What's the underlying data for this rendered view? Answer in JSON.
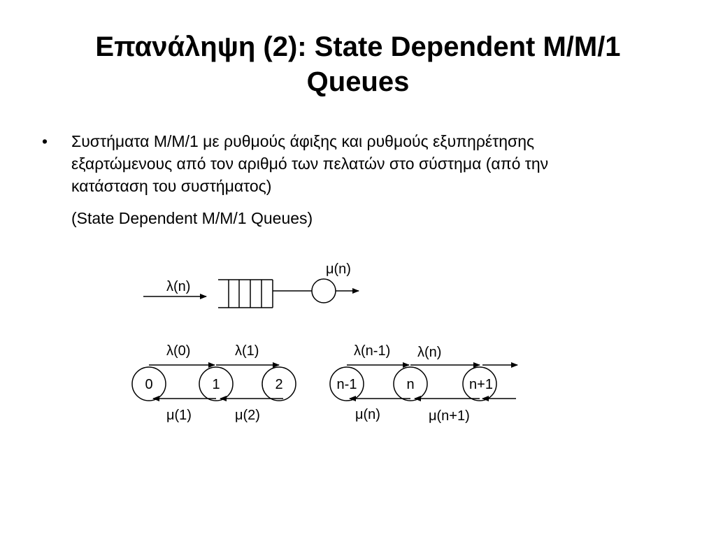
{
  "slide": {
    "title_lines": [
      "Επανάληψη (2): State Dependent M/M/1",
      "Queues"
    ],
    "bullet": {
      "marker": "•",
      "lines": [
        "Συστήματα M/M/1 με ρυθμούς άφιξης και ρυθμούς εξυπηρέτησης",
        "εξαρτώμενους από τον αριθμό των πελατών στο σύστημα (από την",
        "κατάσταση του συστήματος)"
      ]
    },
    "sub_line": "(State Dependent M/M/1 Queues)"
  },
  "diagram": {
    "queue": {
      "arrival_label": "λ(n)",
      "service_label": "μ(n)"
    },
    "chain_left": {
      "states": [
        "0",
        "1",
        "2"
      ],
      "forward_labels": [
        "λ(0)",
        "λ(1)"
      ],
      "backward_labels": [
        "μ(1)",
        "μ(2)"
      ]
    },
    "chain_right": {
      "states": [
        "n-1",
        "n",
        "n+1"
      ],
      "forward_labels": [
        "λ(n-1)",
        "λ(n)"
      ],
      "backward_labels": [
        "μ(n)",
        "μ(n+1)"
      ]
    }
  }
}
